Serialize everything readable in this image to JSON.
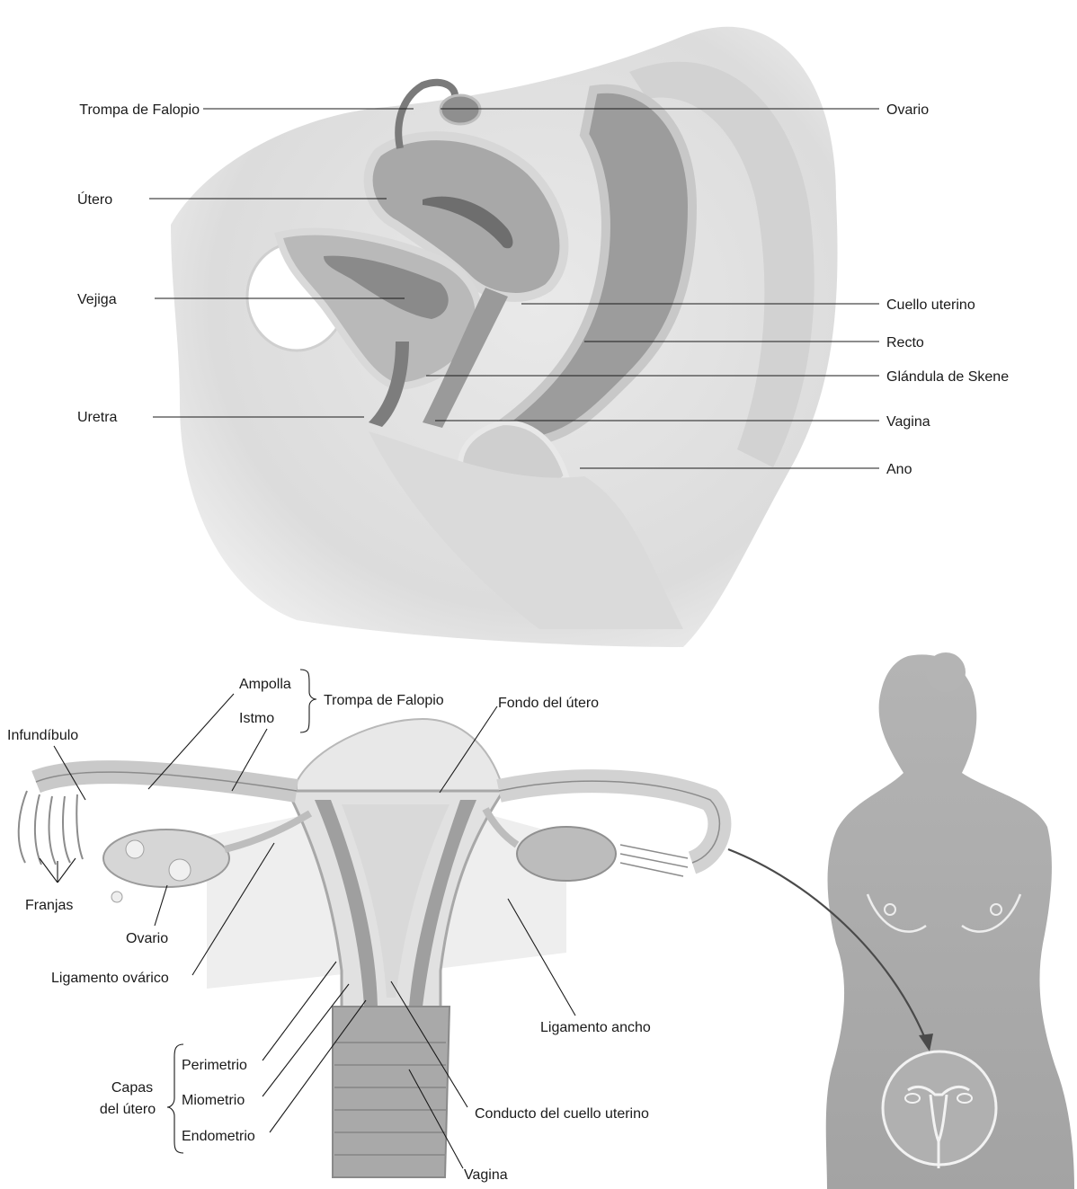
{
  "sagittal_view": {
    "labels": {
      "fallopian_tube": "Trompa de Falopio",
      "uterus": "Útero",
      "bladder": "Vejiga",
      "urethra": "Uretra",
      "ovary": "Ovario",
      "cervix": "Cuello uterino",
      "rectum": "Recto",
      "skene_gland": "Glándula de Skene",
      "vagina": "Vagina",
      "anus": "Ano"
    }
  },
  "frontal_view": {
    "labels": {
      "ampulla": "Ampolla",
      "isthmus": "Istmo",
      "fallopian_tube": "Trompa de Falopio",
      "fundus": "Fondo del útero",
      "infundibulum": "Infundíbulo",
      "fimbriae": "Franjas",
      "ovary": "Ovario",
      "ovarian_ligament": "Ligamento ovárico",
      "broad_ligament": "Ligamento ancho",
      "perimetrium": "Perimetrio",
      "myometrium": "Miometrio",
      "endometrium": "Endometrio",
      "uterine_layers_line1": "Capas",
      "uterine_layers_line2": "del útero",
      "cervical_canal": "Conducto del cuello uterino",
      "vagina": "Vagina"
    }
  },
  "colors": {
    "tissue_light": "#e6e6e6",
    "tissue_mid": "#bdbdbd",
    "tissue_dark": "#8c8c8c",
    "silhouette": "#a9a9a9",
    "line": "#1a1a1a"
  }
}
